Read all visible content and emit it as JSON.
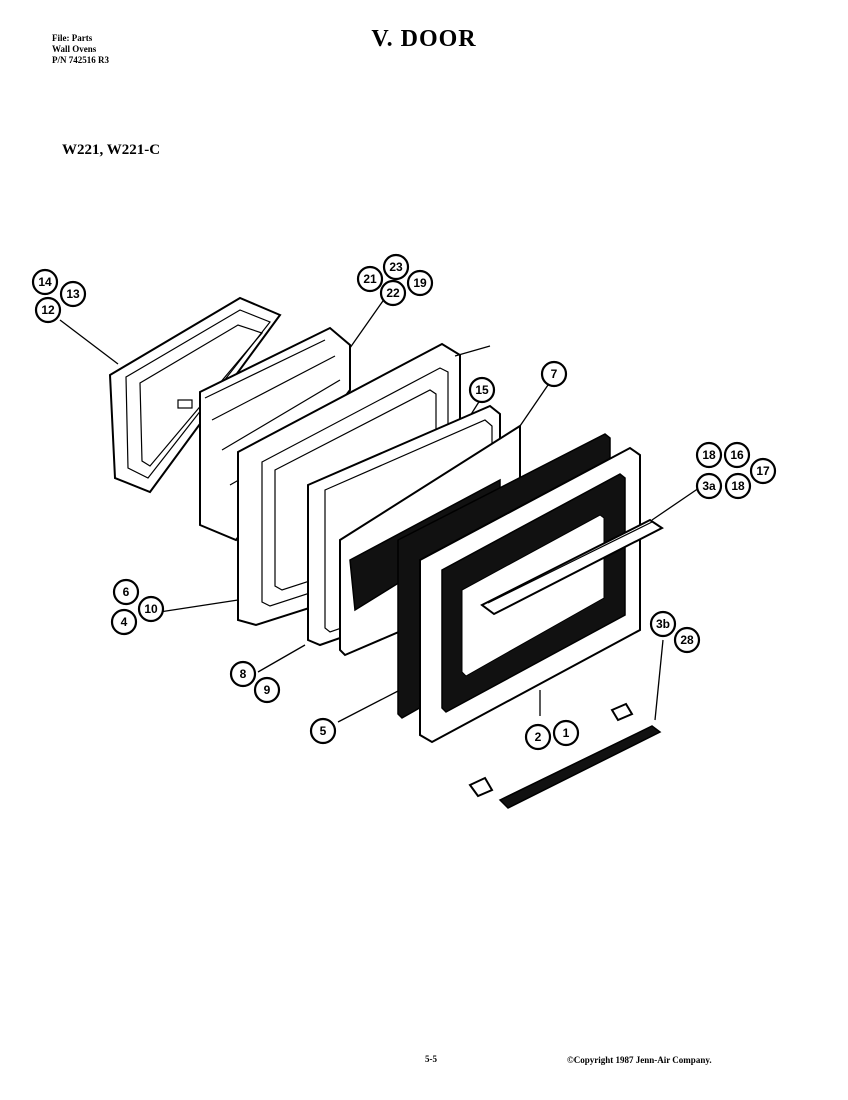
{
  "header": {
    "file_line": "File: Parts",
    "category_line": "Wall Ovens",
    "part_number_line": "P/N 742516 R3"
  },
  "title": "V. DOOR",
  "model": "W221, W221-C",
  "callouts": [
    {
      "id": "c14",
      "label": "14"
    },
    {
      "id": "c13",
      "label": "13"
    },
    {
      "id": "c12",
      "label": "12"
    },
    {
      "id": "c21",
      "label": "21"
    },
    {
      "id": "c23",
      "label": "23"
    },
    {
      "id": "c19",
      "label": "19"
    },
    {
      "id": "c22",
      "label": "22"
    },
    {
      "id": "c15",
      "label": "15"
    },
    {
      "id": "c7",
      "label": "7"
    },
    {
      "id": "c18a",
      "label": "18"
    },
    {
      "id": "c16",
      "label": "16"
    },
    {
      "id": "c17",
      "label": "17"
    },
    {
      "id": "c3a",
      "label": "3a"
    },
    {
      "id": "c18b",
      "label": "18"
    },
    {
      "id": "c6",
      "label": "6"
    },
    {
      "id": "c4",
      "label": "4"
    },
    {
      "id": "c10",
      "label": "10"
    },
    {
      "id": "c3b",
      "label": "3b"
    },
    {
      "id": "c28",
      "label": "28"
    },
    {
      "id": "c8",
      "label": "8"
    },
    {
      "id": "c9",
      "label": "9"
    },
    {
      "id": "c5",
      "label": "5"
    },
    {
      "id": "c2",
      "label": "2"
    },
    {
      "id": "c1",
      "label": "1"
    }
  ],
  "footer": {
    "page_number": "5-5",
    "copyright": "©Copyright 1987 Jenn-Air Company."
  }
}
